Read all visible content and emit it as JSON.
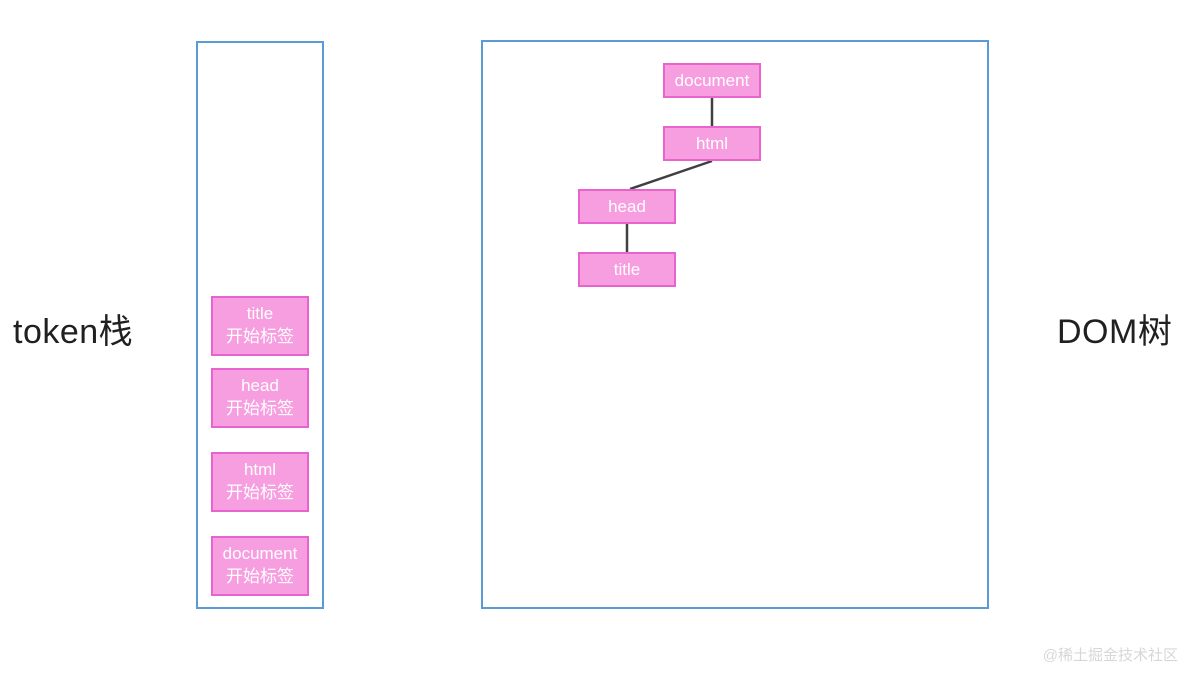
{
  "labels": {
    "token_stack": "token栈",
    "dom_tree": "DOM树"
  },
  "watermark": "@稀土掘金技术社区",
  "colors": {
    "panel_border": "#5b9bd5",
    "box_fill": "#f79ee0",
    "box_border": "#e863cd",
    "box_text": "#ffffff",
    "edge": "#404040",
    "caption_text": "#202020",
    "watermark_text": "#d7d7d7",
    "background": "#ffffff"
  },
  "token_stack": {
    "title": "token栈",
    "items": [
      {
        "name": "title",
        "kind": "开始标签"
      },
      {
        "name": "head",
        "kind": "开始标签"
      },
      {
        "name": "html",
        "kind": "开始标签"
      },
      {
        "name": "document",
        "kind": "开始标签"
      }
    ]
  },
  "dom_tree": {
    "title": "DOM树",
    "nodes": [
      {
        "id": "document",
        "label": "document",
        "parent": null
      },
      {
        "id": "html",
        "label": "html",
        "parent": "document"
      },
      {
        "id": "head",
        "label": "head",
        "parent": "html"
      },
      {
        "id": "title",
        "label": "title",
        "parent": "head"
      }
    ]
  }
}
